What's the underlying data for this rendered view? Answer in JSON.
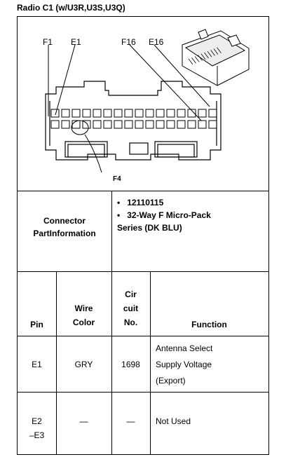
{
  "title": "Radio C1 (w/U3R,U3S,U3Q)",
  "diagram": {
    "labels": {
      "f1": "F1",
      "e1": "E1",
      "f16": "F16",
      "e16": "E16",
      "f4": "F4"
    }
  },
  "connector_info": {
    "label_line1": "Connector",
    "label_line2": "PartInformation",
    "items": [
      "12110115",
      "32-Way F Micro-Pack",
      "Series (DK BLU)"
    ]
  },
  "table": {
    "headers": {
      "pin": "Pin",
      "wire_color": [
        "Wire",
        "Color"
      ],
      "circuit": [
        "Cir",
        "cuit",
        "No."
      ],
      "function": "Function"
    },
    "rows": [
      {
        "pin": [
          "E1"
        ],
        "wire_color": "GRY",
        "circuit": "1698",
        "function": [
          "Antenna Select",
          "Supply Voltage",
          "(Export)"
        ]
      },
      {
        "pin": [
          "E2",
          "–E3"
        ],
        "wire_color": "—",
        "circuit": "—",
        "function": [
          "Not Used"
        ]
      }
    ]
  }
}
